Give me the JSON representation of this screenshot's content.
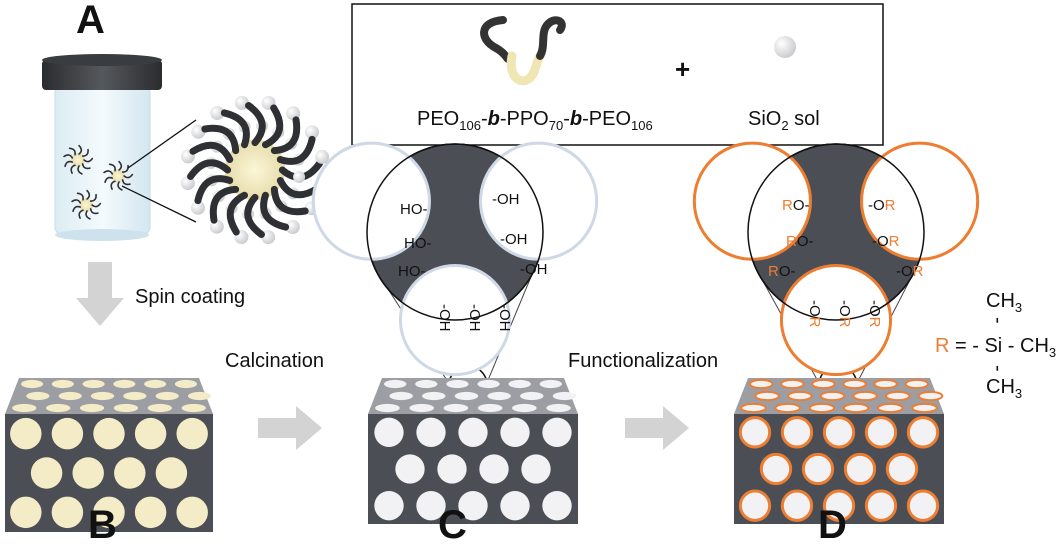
{
  "panel_labels": {
    "a": "A",
    "b": "B",
    "c": "C",
    "d": "D"
  },
  "reagents": {
    "copolymer": {
      "p1": "PEO",
      "s1": "106",
      "p2": "-",
      "p3": "b",
      "p4": "-PPO",
      "s2": "70",
      "p5": "-",
      "p6": "b",
      "p7": "-PEO",
      "s3": "106"
    },
    "plus": "+",
    "sol": {
      "p1": "SiO",
      "s1": "2",
      "p2": " sol"
    }
  },
  "steps": {
    "spin": "Spin coating",
    "calcination": "Calcination",
    "functionalization": "Functionalization"
  },
  "hydroxyl": {
    "left": "HO-",
    "right": "-OH",
    "bottom": "-OH"
  },
  "ether": {
    "r": "R",
    "o_left": "O-",
    "o_right": "-O",
    "bottom_o": "-O"
  },
  "formula": {
    "r": "R",
    "eq": " = - Si - CH",
    "sub": "3",
    "ch3": "CH",
    "dash": "-"
  },
  "colors": {
    "accent": "#ed7d31",
    "dark": "#4b4e54",
    "cream": "#f3ecc6",
    "arrow": "#d3d3d3"
  }
}
